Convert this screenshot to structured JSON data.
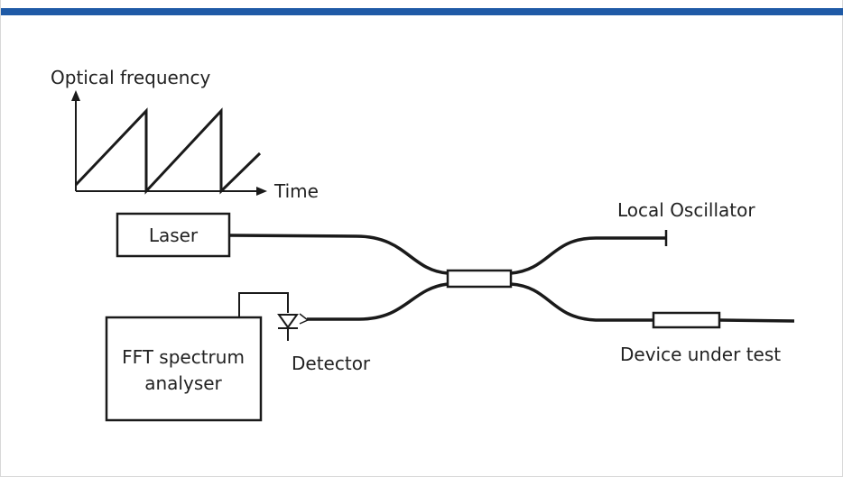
{
  "colors": {
    "accent_bar": "#1f5aa6",
    "line": "#1a1a1a",
    "text": "#222222",
    "background": "#ffffff"
  },
  "graph": {
    "y_label": "Optical frequency",
    "x_label": "Time"
  },
  "components": {
    "laser": "Laser",
    "local_oscillator": "Local Oscillator",
    "device_under_test": "Device under test",
    "detector": "Detector",
    "fft_line1": "FFT spectrum",
    "fft_line2": "analyser"
  }
}
